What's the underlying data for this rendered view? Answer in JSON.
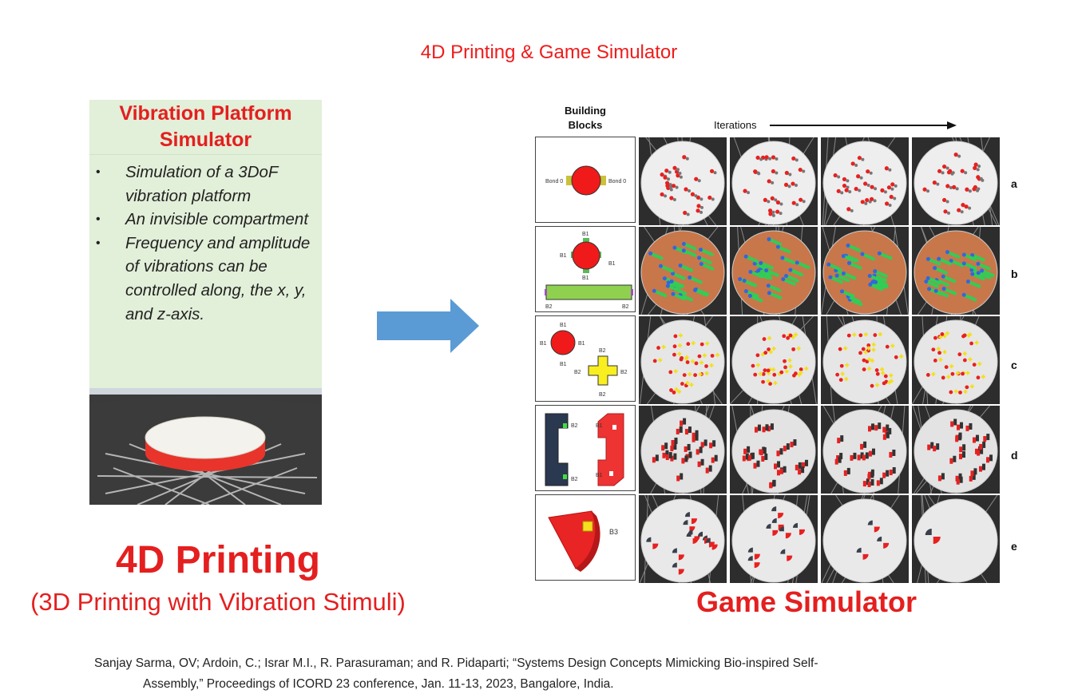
{
  "slide": {
    "title": "4D Printing & Game Simulator"
  },
  "left_panel": {
    "heading_line1": "Vibration Platform",
    "heading_line2": "Simulator",
    "bullets": [
      "Simulation of a 3DoF vibration platform",
      "An invisible compartment",
      " Frequency and amplitude of vibrations can be controlled along, the x, y, and z-axis."
    ],
    "bullet_symbol": "•"
  },
  "figure": {
    "building_blocks_header": "Building Blocks",
    "iterations_label": "Iterations",
    "rows": [
      {
        "label": "a",
        "block_labels": [
          "Bond 0",
          "Bond 0"
        ]
      },
      {
        "label": "b",
        "block_labels": [
          "B1",
          "B1",
          "B1",
          "B1",
          "B2",
          "B2"
        ]
      },
      {
        "label": "c",
        "block_labels": [
          "B1",
          "B1",
          "B1",
          "B1",
          "B2",
          "B2",
          "B2",
          "B2"
        ]
      },
      {
        "label": "d",
        "block_labels": [
          "B2",
          "B2",
          "B1",
          "B1"
        ]
      },
      {
        "label": "e",
        "block_labels": [
          "B3"
        ]
      }
    ]
  },
  "bottom": {
    "left_title": "4D Printing",
    "left_subtitle": "(3D Printing with Vibration Stimuli)",
    "right_title": "Game Simulator"
  },
  "citation": {
    "line1": "Sanjay Sarma, OV; Ardoin, C.; Israr M.I., R. Parasuraman; and R. Pidaparti; “Systems Design Concepts Mimicking Bio-inspired Self-",
    "line2": "Assembly,” Proceedings of ICORD 23 conference, Jan. 11-13, 2023, Bangalore, India."
  },
  "colors": {
    "accent_red": "#e41f1f",
    "panel_green": "#e2efd9",
    "arrow_blue": "#5b9bd5"
  }
}
